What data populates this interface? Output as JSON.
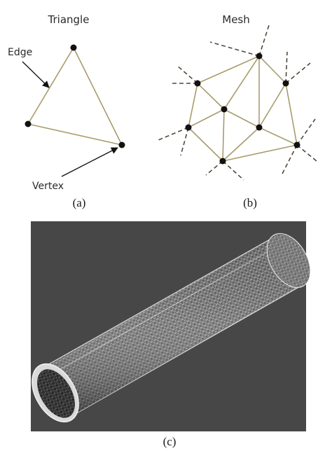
{
  "panel_a": {
    "title": "Triangle",
    "edge_label": "Edge",
    "vertex_label": "Vertex",
    "caption": "(a)"
  },
  "panel_b": {
    "title": "Mesh",
    "caption": "(b)"
  },
  "panel_c": {
    "caption": "(c)"
  },
  "colors": {
    "edge": "#a89c6c",
    "vertex": "#111111",
    "arrow": "#111111",
    "render_bg": "#474747",
    "wire": "#dcdcdc"
  }
}
